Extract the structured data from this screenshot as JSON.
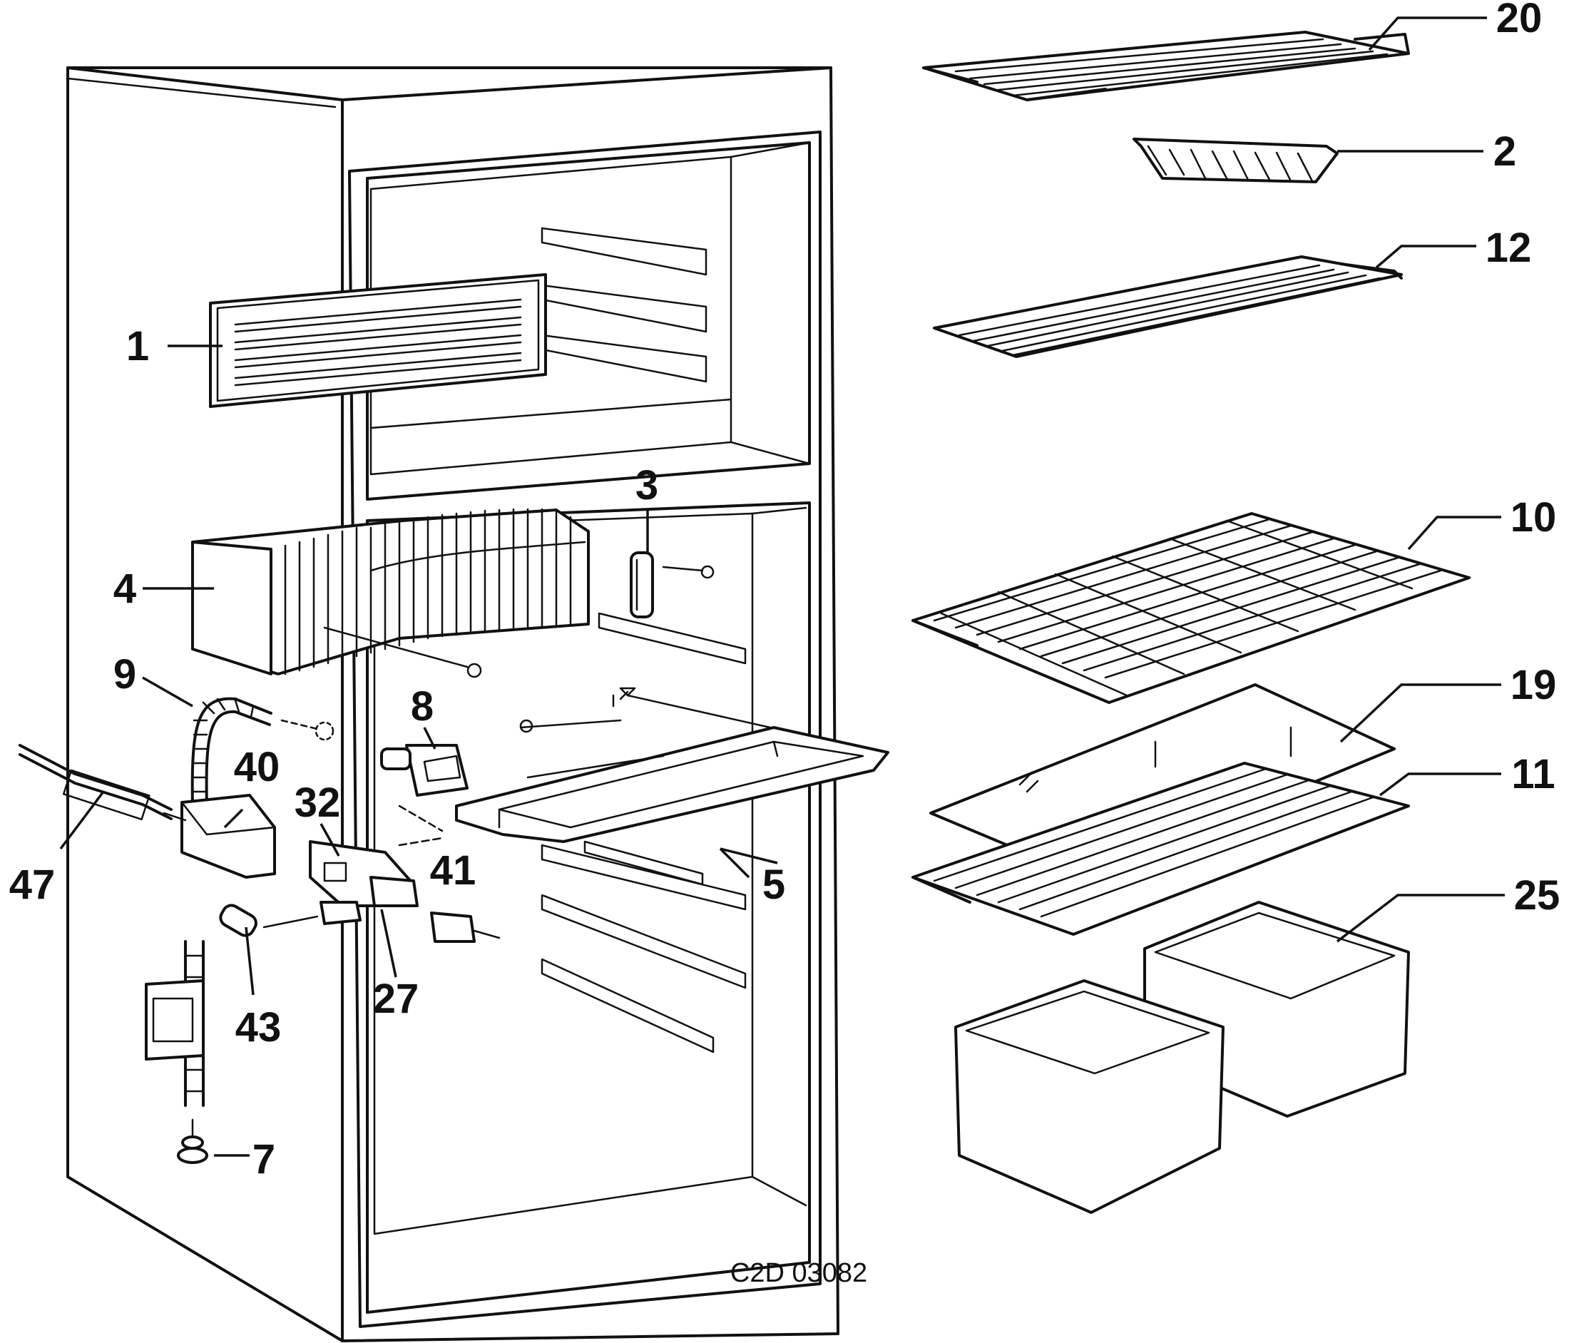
{
  "figure_code": "C2D 03082",
  "labels": {
    "p1": "1",
    "p2": "2",
    "p3": "3",
    "p4": "4",
    "p5": "5",
    "p7": "7",
    "p8": "8",
    "p9": "9",
    "p10": "10",
    "p11": "11",
    "p12": "12",
    "p19": "19",
    "p20": "20",
    "p25": "25",
    "p27": "27",
    "p32": "32",
    "p40": "40",
    "p41": "41",
    "p43": "43",
    "p47": "47"
  }
}
